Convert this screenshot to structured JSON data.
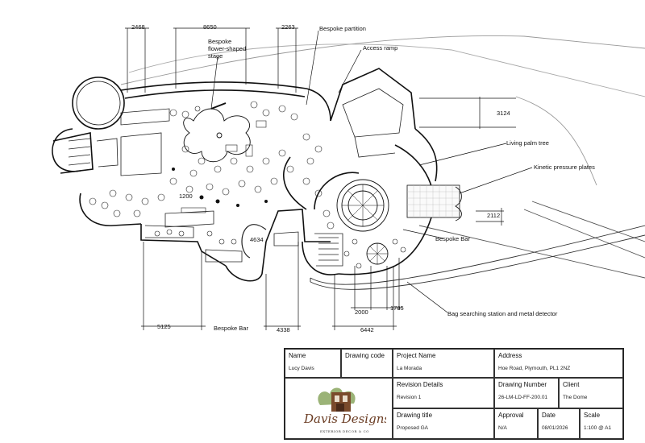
{
  "drawing": {
    "dimensions": {
      "d2468": "2468",
      "d8650": "8650",
      "d2263": "2263",
      "d3124": "3124",
      "d2112": "2112",
      "d1200": "1200",
      "d4634": "4634",
      "d5125": "5125",
      "d4338": "4338",
      "d6442": "6442",
      "d2000": "2000",
      "d1785": "1785"
    },
    "labels": {
      "stage_l1": "Bespoke",
      "stage_l2": "flower-shaped",
      "stage_l3": "stage",
      "partition": "Bespoke partition",
      "ramp": "Access ramp",
      "palm": "Living palm tree",
      "kinetic": "Kinetic pressure plates",
      "bar_right": "Bespoke Bar",
      "bar_left": "Bespoke Bar",
      "security": "Bag searching station and metal detector"
    }
  },
  "title_block": {
    "name_h": "Name",
    "name_v": "Lucy Davis",
    "code_h": "Drawing code",
    "project_h": "Project Name",
    "project_v": "La Morada",
    "address_h": "Address",
    "address_v": "Hoe Road, Plymouth, PL1 2NZ",
    "revision_h": "Revision Details",
    "revision_v": "Revision 1",
    "number_h": "Drawing Number",
    "number_v": "26-LM-LD-FF-200.01",
    "client_h": "Client",
    "client_v": "The Dome",
    "title_h": "Drawing title",
    "title_v": "Proposed GA",
    "approval_h": "Approval",
    "approval_v": "N/A",
    "date_h": "Date",
    "date_v": "08/01/2026",
    "scale_h": "Scale",
    "scale_v": "1:100 @ A1",
    "logo_text": "Davis Designs",
    "logo_sub": "EXTERIOR DECOR & CO"
  }
}
